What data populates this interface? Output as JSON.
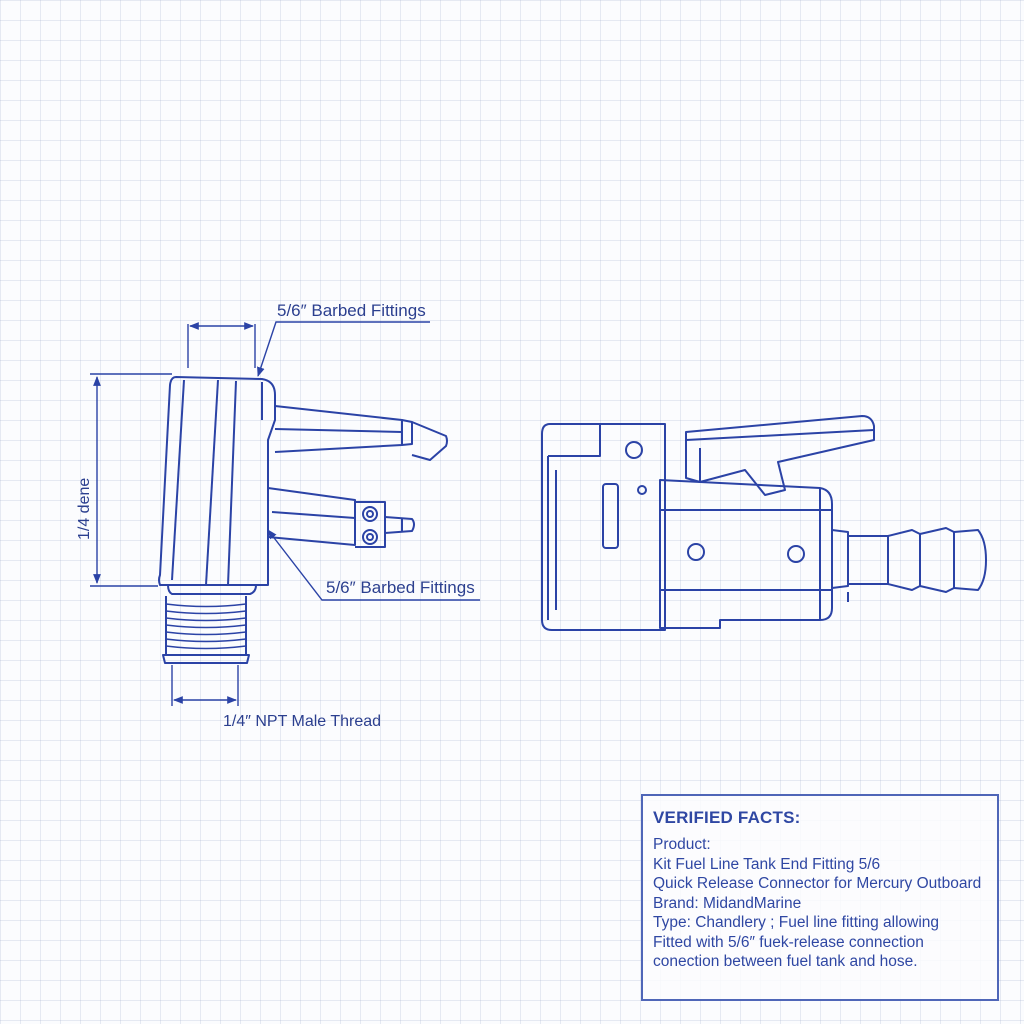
{
  "left_fitting": {
    "label_top": "5/6″ Barbed Fittings",
    "label_side": "5/6″ Barbed Fittings",
    "label_height": "1/4 dene",
    "label_thread": "1/4″ NPT Male Thread"
  },
  "facts": {
    "title": "VERIFIED FACTS:",
    "lines": [
      "Product:",
      "Kit Fuel Line Tank End Fitting 5/6",
      "Quick Release Connector for Mercury Outboard",
      "Brand: MidandMarine",
      "Type: Chandlery ; Fuel line fitting allowing",
      "Fitted with 5/6″ fuek-release connection",
      "conection between fuel tank and hose."
    ]
  },
  "colors": {
    "line": "#2b43a6",
    "text": "#2b3f8f",
    "grid": "#c9d1e6"
  }
}
